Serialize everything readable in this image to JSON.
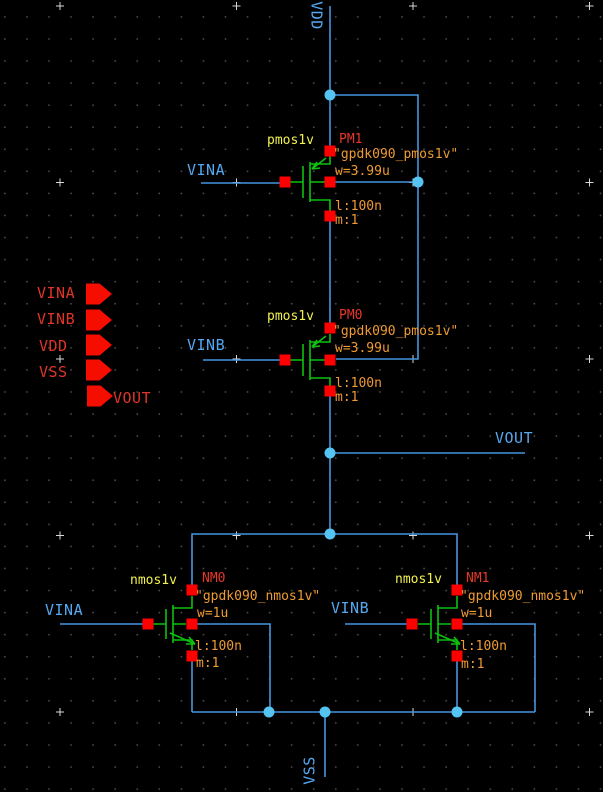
{
  "app": {
    "view": "schematic-canvas",
    "tool": "schematic-editor"
  },
  "colors": {
    "background": "#000000",
    "grid_dot": "#4a4a4a",
    "grid_cross": "#d9d9d9",
    "wire": "#4596E0",
    "junction_dot": "#55C4F2",
    "device_symbol": "#0CC20C",
    "pin_square": "#FF0000",
    "port_arrow": "#F50D00",
    "net_label": "#55A8F0",
    "instance_name": "#E8382A",
    "cell_name": "#F2F24F",
    "property_text": "#EF9A33"
  },
  "labels": {
    "vdd_rail": "VDD",
    "vss_rail": "VSS",
    "vout_net": "VOUT",
    "pm1_gate_net": "VINA",
    "pm0_gate_net": "VINB",
    "nm0_gate_net": "VINA",
    "nm1_gate_net": "VINB"
  },
  "ports": [
    {
      "label": "VINA",
      "direction": "input"
    },
    {
      "label": "VINB",
      "direction": "input"
    },
    {
      "label": "VDD",
      "direction": "input"
    },
    {
      "label": "VSS",
      "direction": "input"
    },
    {
      "label": "VOUT",
      "direction": "output"
    }
  ],
  "transistors": [
    {
      "name": "PM1",
      "cell": "pmos1v",
      "model": "\"gpdk090_pmos1v\"",
      "w": "w=3.99u",
      "l": "l:100n",
      "m": "m:1"
    },
    {
      "name": "PM0",
      "cell": "pmos1v",
      "model": "\"gpdk090_pmos1v\"",
      "w": "w=3.99u",
      "l": "l:100n",
      "m": "m:1"
    },
    {
      "name": "NM0",
      "cell": "nmos1v",
      "model": "\"gpdk090_nmos1v\"",
      "w": "w=1u",
      "l": "l:100n",
      "m": "m:1"
    },
    {
      "name": "NM1",
      "cell": "nmos1v",
      "model": "\"gpdk090_nmos1v\"",
      "w": "w=1u",
      "l": "l:100n",
      "m": "m:1"
    }
  ]
}
